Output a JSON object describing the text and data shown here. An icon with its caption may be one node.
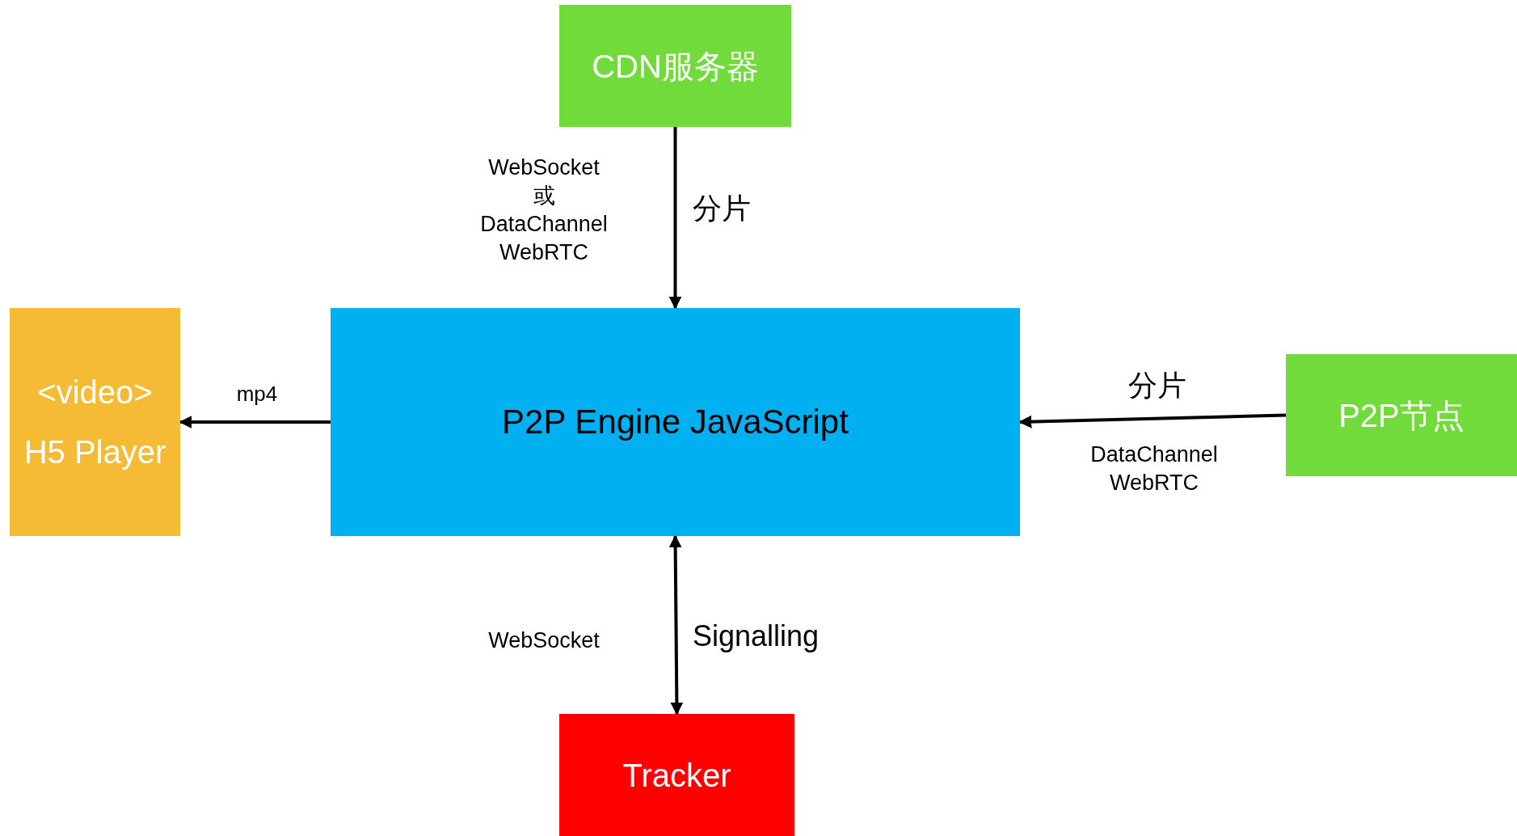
{
  "diagram": {
    "nodes": [
      {
        "text": [
          "CDN服务器"
        ]
      },
      {
        "text": [
          "<video>",
          "H5 Player"
        ]
      },
      {
        "text": [
          "P2P Engine JavaScript"
        ]
      },
      {
        "text": [
          "P2P节点"
        ]
      },
      {
        "text": [
          "Tracker"
        ]
      }
    ],
    "edges": [
      {
        "from": 0,
        "to": 2,
        "arrow": "to",
        "label": "分片"
      },
      {
        "from": 2,
        "to": 1,
        "arrow": "to",
        "label": "mp4"
      },
      {
        "from": 3,
        "to": 2,
        "arrow": "to",
        "label": "分片"
      },
      {
        "from": 2,
        "to": 4,
        "arrow": "both",
        "label": "Signalling"
      }
    ],
    "labels": [
      "WebSocket 或 DataChannel WebRTC",
      "DataChannel WebRTC",
      "WebSocket"
    ]
  }
}
